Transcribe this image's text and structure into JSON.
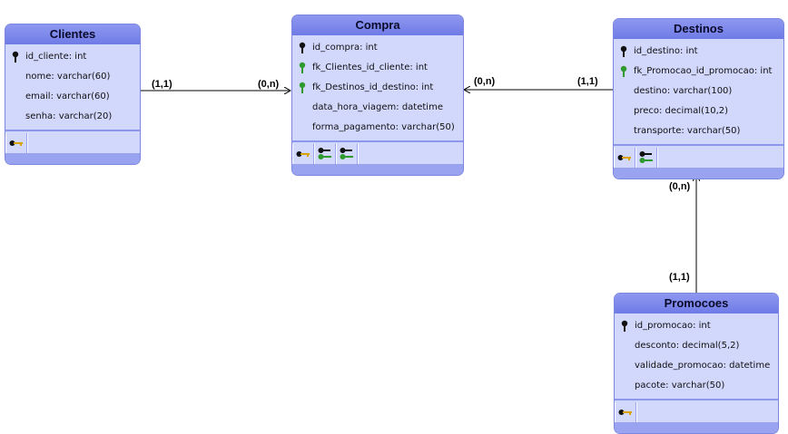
{
  "entities": {
    "clientes": {
      "title": "Clientes",
      "fields": [
        "id_cliente: int",
        "nome: varchar(60)",
        "email: varchar(60)",
        "senha: varchar(20)"
      ]
    },
    "compra": {
      "title": "Compra",
      "fields": [
        "id_compra: int",
        "fk_Clientes_id_cliente: int",
        "fk_Destinos_id_destino: int",
        "data_hora_viagem: datetime",
        "forma_pagamento: varchar(50)"
      ]
    },
    "destinos": {
      "title": "Destinos",
      "fields": [
        "id_destino: int",
        "fk_Promocao_id_promocao: int",
        "destino: varchar(100)",
        "preco: decimal(10,2)",
        "transporte: varchar(50)"
      ]
    },
    "promocoes": {
      "title": "Promocoes",
      "fields": [
        "id_promocao: int",
        "desconto: decimal(5,2)",
        "validade_promocao: datetime",
        "pacote: varchar(50)"
      ]
    }
  },
  "cardinalities": {
    "clientes_side": "(1,1)",
    "compra_left": "(0,n)",
    "compra_right": "(0,n)",
    "destinos_left": "(1,1)",
    "destinos_bottom": "(0,n)",
    "promocoes_top": "(1,1)"
  },
  "colors": {
    "header": "#7f8aea",
    "body": "#d2d7fc",
    "pk": "#111111",
    "fk": "#2e9a2e",
    "key_gold": "#d8a200"
  }
}
